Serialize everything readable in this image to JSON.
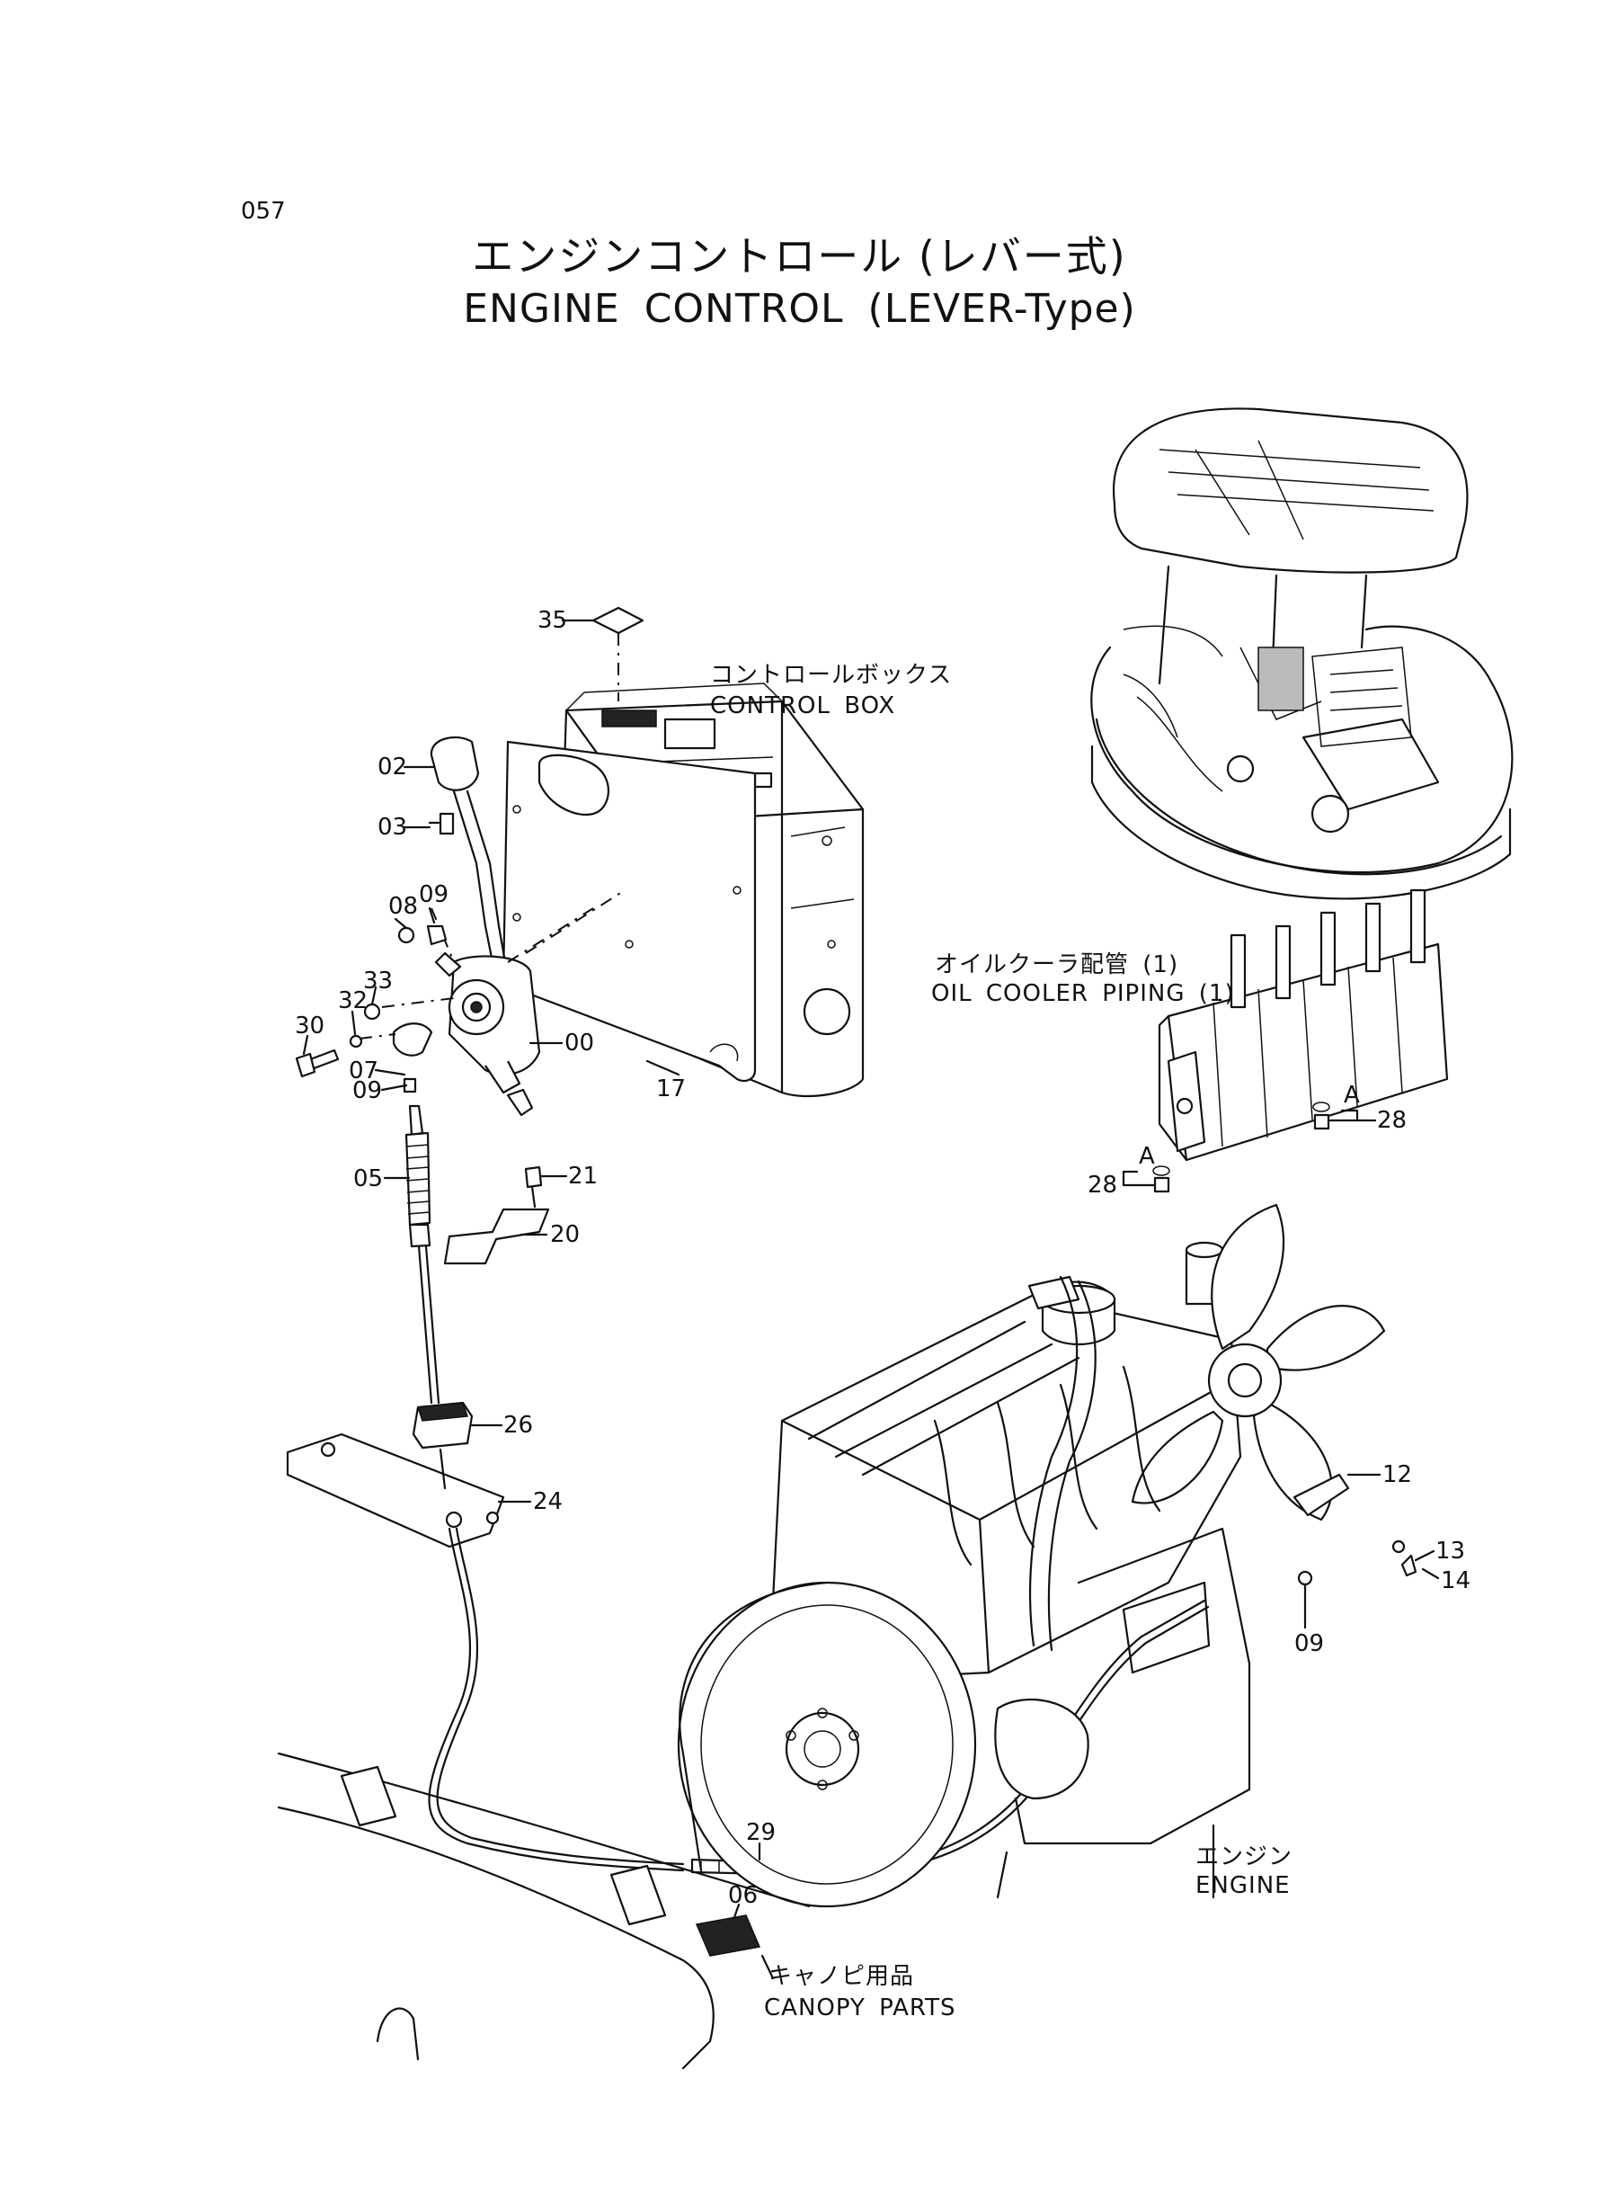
{
  "page": {
    "page_number": "057",
    "title_jp": "エンジンコントロール (レバー式)",
    "title_en": "ENGINE  CONTROL  (LEVER-Type)"
  },
  "assemblies": {
    "control_box": {
      "jp": "コントロールボックス",
      "en": "CONTROL  BOX"
    },
    "oil_cooler_piping": {
      "jp": "オイルクーラ配管 (1)",
      "en": "OIL COOLER PIPING (1)"
    },
    "engine": {
      "jp": "エンジン",
      "en": "ENGINE"
    },
    "canopy_parts": {
      "jp": "キャノピ用品",
      "en": "CANOPY  PARTS"
    }
  },
  "callouts": {
    "c35": "35",
    "c02": "02",
    "c03": "03",
    "c08": "08",
    "c09a": "09",
    "c33": "33",
    "c32": "32",
    "c30": "30",
    "c07": "07",
    "c09b": "09",
    "c00": "00",
    "c17": "17",
    "c05": "05",
    "c21": "21",
    "c20": "20",
    "c26": "26",
    "c24": "24",
    "c28a": "28",
    "c28b": "28",
    "cAa": "A",
    "cAb": "A",
    "c12": "12",
    "c13": "13",
    "c14": "14",
    "c09c": "09",
    "c29": "29",
    "c06": "06"
  }
}
